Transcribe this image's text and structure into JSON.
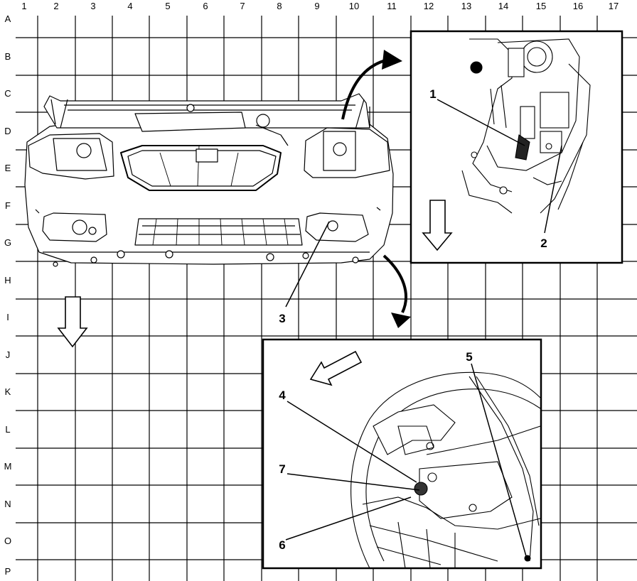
{
  "grid": {
    "columns": [
      "1",
      "2",
      "3",
      "4",
      "5",
      "6",
      "7",
      "8",
      "9",
      "10",
      "11",
      "12",
      "13",
      "14",
      "15",
      "16",
      "17"
    ],
    "rows": [
      "A",
      "B",
      "C",
      "D",
      "E",
      "F",
      "G",
      "H",
      "I",
      "J",
      "K",
      "L",
      "M",
      "N",
      "O",
      "P"
    ]
  },
  "callouts": [
    "1",
    "2",
    "3",
    "4",
    "5",
    "6",
    "7"
  ]
}
